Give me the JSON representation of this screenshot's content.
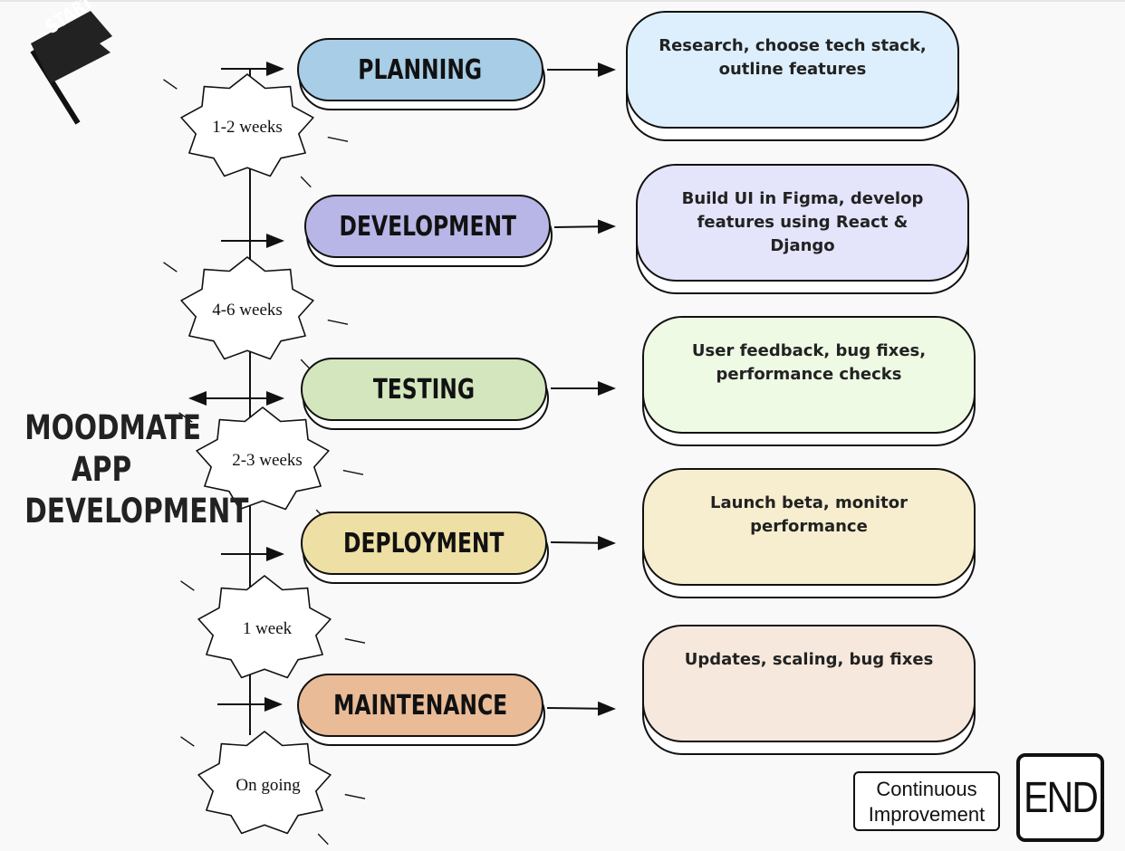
{
  "title": [
    "MOODMATE",
    "APP",
    "DEVELOPMENT"
  ],
  "start_label": "START",
  "end_label": "END",
  "continuous_improvement": [
    "Continuous",
    "Improvement"
  ],
  "stages": [
    {
      "label": "PLANNING",
      "color": "#a8cde6",
      "description": "Research, choose tech stack, outline features",
      "desc_color": "#ddeffd",
      "duration": "1-2 weeks"
    },
    {
      "label": "DEVELOPMENT",
      "color": "#b8b6e6",
      "description": "Build UI in Figma, develop features using React & Django",
      "desc_color": "#e4e4fb",
      "duration": "4-6 weeks"
    },
    {
      "label": "TESTING",
      "color": "#d3e6bd",
      "description": "User feedback, bug fixes, performance checks",
      "desc_color": "#eefae4",
      "duration": "2-3 weeks"
    },
    {
      "label": "DEPLOYMENT",
      "color": "#eedfa4",
      "description": "Launch beta, monitor performance",
      "desc_color": "#f6eecf",
      "duration": "1 week"
    },
    {
      "label": "MAINTENANCE",
      "color": "#e9bb97",
      "description": "Updates, scaling, bug fixes",
      "desc_color": "#f6e8dc",
      "duration": "On going"
    }
  ]
}
